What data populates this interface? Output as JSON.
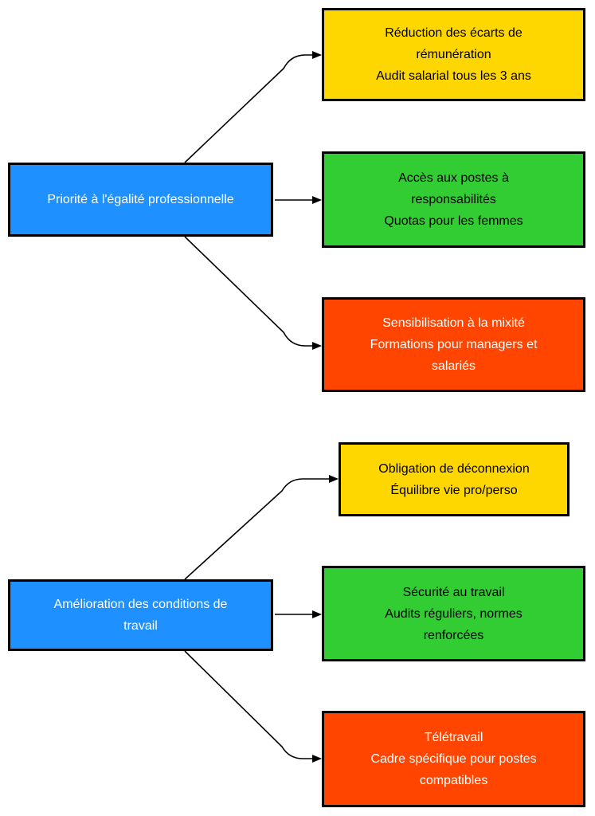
{
  "page": {
    "background": "#FFFFFF"
  },
  "diagram": {
    "type": "flowchart",
    "direction": "left-to-right",
    "palette": {
      "source_fill": "#1E90FF",
      "yellow_fill": "#FFD700",
      "green_fill": "#32CD32",
      "red_fill": "#FF4500",
      "border": "#000000",
      "arrow": "#000000"
    },
    "groups": [
      {
        "source": {
          "label": "Priorité à l'égalité professionnelle",
          "fill": "#1E90FF",
          "text_color": "#FFFFFF"
        },
        "targets": [
          {
            "lines": [
              "Réduction des écarts de rémunération",
              "Audit salarial tous les 3 ans"
            ],
            "fill": "#FFD700",
            "text_color": "#000000"
          },
          {
            "lines": [
              "Accès aux postes à responsabilités",
              "Quotas pour les femmes"
            ],
            "fill": "#32CD32",
            "text_color": "#000000"
          },
          {
            "lines": [
              "Sensibilisation à la mixité",
              "Formations pour managers et salariés"
            ],
            "fill": "#FF4500",
            "text_color": "#FFFFFF"
          }
        ]
      },
      {
        "source": {
          "label": "Amélioration des conditions de travail",
          "fill": "#1E90FF",
          "text_color": "#FFFFFF"
        },
        "targets": [
          {
            "lines": [
              "Obligation de déconnexion",
              "Équilibre vie pro/perso"
            ],
            "fill": "#FFD700",
            "text_color": "#000000"
          },
          {
            "lines": [
              "Sécurité au travail",
              "Audits réguliers, normes renforcées"
            ],
            "fill": "#32CD32",
            "text_color": "#000000"
          },
          {
            "lines": [
              "Télétravail",
              "Cadre spécifique pour postes compatibles"
            ],
            "fill": "#FF4500",
            "text_color": "#FFFFFF"
          }
        ]
      }
    ]
  }
}
